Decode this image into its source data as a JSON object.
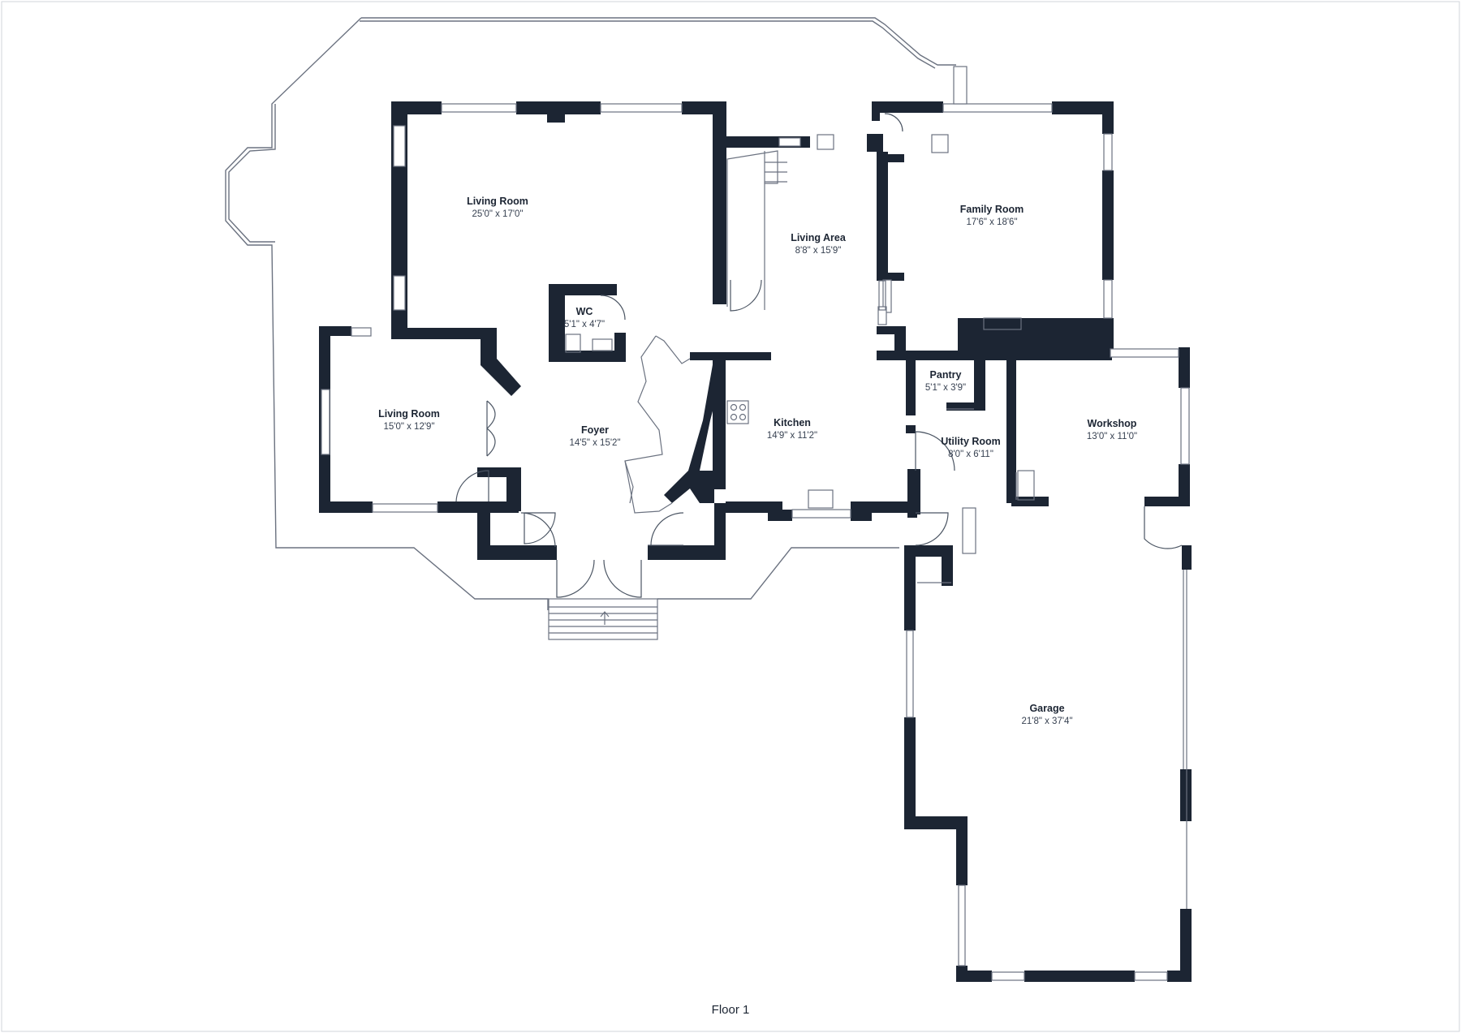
{
  "floor_label": "Floor 1",
  "rooms": [
    {
      "name": "Living Room",
      "dim": "25'0\" x 17'0\""
    },
    {
      "name": "Living Area",
      "dim": "8'8\" x 15'9\""
    },
    {
      "name": "Family Room",
      "dim": "17'6\" x 18'6\""
    },
    {
      "name": "WC",
      "dim": "5'1\" x 4'7\""
    },
    {
      "name": "Living Room",
      "dim": "15'0\" x 12'9\""
    },
    {
      "name": "Foyer",
      "dim": "14'5\" x 15'2\""
    },
    {
      "name": "Kitchen",
      "dim": "14'9\" x 11'2\""
    },
    {
      "name": "Pantry",
      "dim": "5'1\" x 3'9\""
    },
    {
      "name": "Utility Room",
      "dim": "8'0\" x 6'11\""
    },
    {
      "name": "Workshop",
      "dim": "13'0\" x 11'0\""
    },
    {
      "name": "Garage",
      "dim": "21'8\" x 37'4\""
    }
  ],
  "colors": {
    "wall": "#1c2533",
    "outline": "#6b7280",
    "background": "#ffffff"
  }
}
